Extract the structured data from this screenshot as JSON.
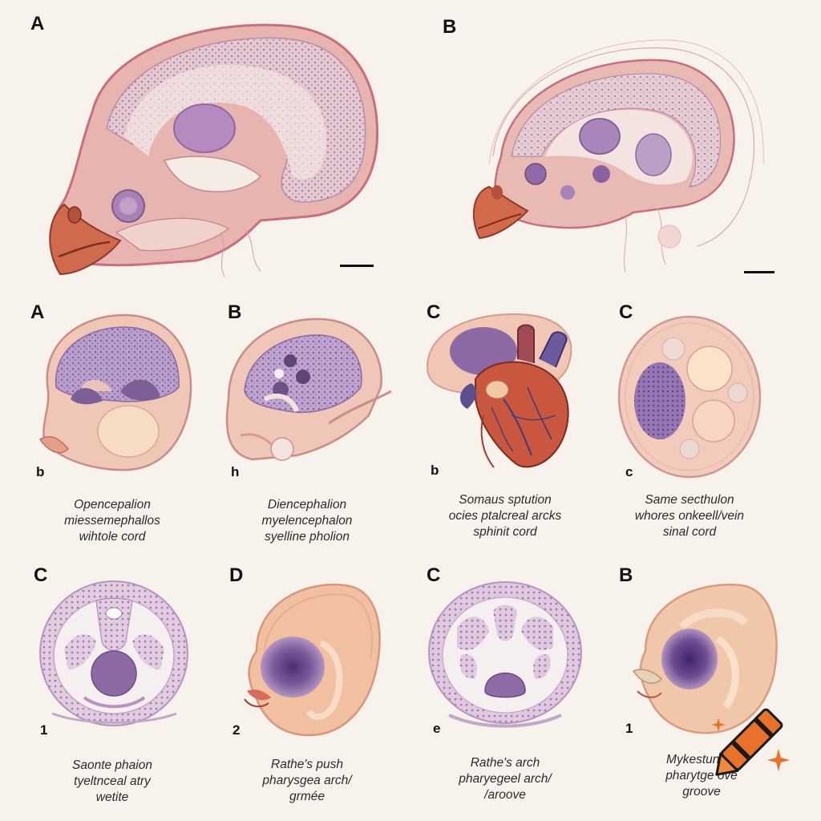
{
  "top_panels": [
    {
      "letter": "A"
    },
    {
      "letter": "B"
    }
  ],
  "row2": [
    {
      "letter": "A",
      "sublabel": "b",
      "caption": [
        "Opencepalion",
        "miessemephallos",
        "wihtole cord"
      ]
    },
    {
      "letter": "B",
      "sublabel": "h",
      "caption": [
        "Diencephalion",
        "myelencephalon",
        "syelline pholion"
      ]
    },
    {
      "letter": "C",
      "sublabel": "b",
      "caption": [
        "Somaus sptution",
        "ocies ptalcreal arcks",
        "sphinit cord"
      ]
    },
    {
      "letter": "C",
      "sublabel": "c",
      "caption": [
        "Same secthulon",
        "whores onkeell/vein",
        "sinal cord"
      ]
    }
  ],
  "row3": [
    {
      "letter": "C",
      "sublabel": "1",
      "caption": [
        "Saonte phaion",
        "tyeltnceal atry",
        "wetite"
      ]
    },
    {
      "letter": "D",
      "sublabel": "2",
      "caption": [
        "Rathe's push",
        "pharysgea arch/",
        "grmée"
      ]
    },
    {
      "letter": "C",
      "sublabel": "e",
      "caption": [
        "Rathe's arch",
        "pharyegeel arch/",
        "/aroove"
      ]
    },
    {
      "letter": "B",
      "sublabel": "1",
      "caption": [
        "Mykestune   n",
        "pharytge    ove",
        "groove"
      ]
    }
  ],
  "colors": {
    "tissue_pink": "#e9b3ad",
    "nuclei_purple": "#9a6fa8",
    "beak_orange": "#cf6a4c",
    "background": "#f7f3ec",
    "watermark_orange": "#e8722a"
  },
  "icons": [
    "crayon-watermark-icon",
    "sparkle-icon"
  ]
}
